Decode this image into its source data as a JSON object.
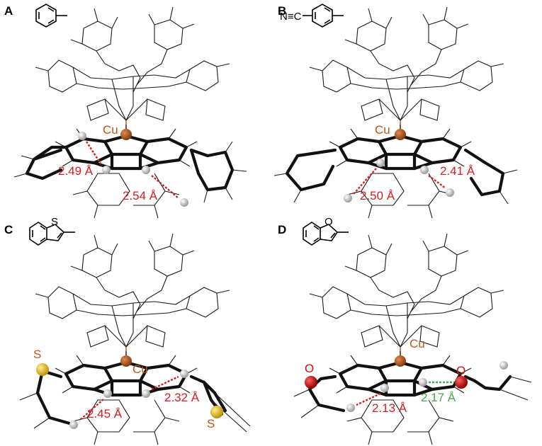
{
  "panels": [
    {
      "letter": "A",
      "metal": "Cu",
      "distances": [
        "2.49 Å",
        "2.54 Å"
      ],
      "heteroatom": ""
    },
    {
      "letter": "B",
      "metal": "Cu",
      "distances": [
        "2.50 Å",
        "2.41 Å"
      ],
      "heteroatom": "",
      "substituent_text": "N≡C"
    },
    {
      "letter": "C",
      "metal": "Cu",
      "distances": [
        "2.45 Å",
        "2.32 Å"
      ],
      "heteroatom": "S",
      "substituent_heteroatom": "S"
    },
    {
      "letter": "D",
      "metal": "Cu",
      "distances": [
        "2.13 Å",
        "2.17 Å"
      ],
      "heteroatom": "O",
      "substituent_heteroatom": "O"
    }
  ],
  "colors": {
    "copper": "#b5561f",
    "copper_label": "#c0561c",
    "distance_red": "#d42020",
    "distance_green": "#4aa84a",
    "sulfur": "#e8c020",
    "oxygen": "#cc1010",
    "hydrogen": "#c8c8c8"
  }
}
